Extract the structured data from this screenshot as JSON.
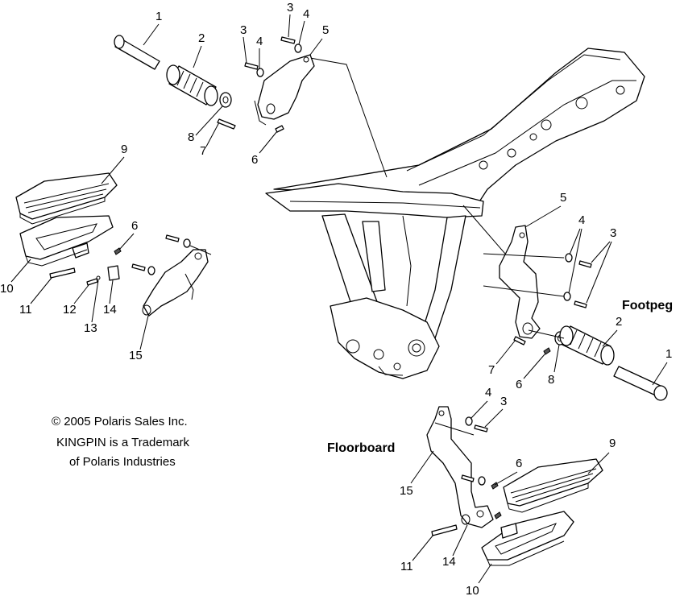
{
  "sections": {
    "footpeg_label": "Footpeg",
    "floorboard_label": "Floorboard"
  },
  "notice": {
    "line1": "© 2005 Polaris Sales Inc.",
    "line2": "KINGPIN is a Trademark",
    "line3": "of Polaris Industries"
  },
  "callouts": {
    "top_1": "1",
    "top_2": "2",
    "top_3a": "3",
    "top_3b": "3",
    "top_4a": "4",
    "top_4b": "4",
    "top_5": "5",
    "top_6": "6",
    "top_7": "7",
    "top_8": "8",
    "left_9": "9",
    "left_6": "6",
    "left_10": "10",
    "left_11": "11",
    "left_12": "12",
    "left_13": "13",
    "left_14": "14",
    "left_15": "15",
    "right_5": "5",
    "right_4": "4",
    "right_3": "3",
    "right_2": "2",
    "right_1": "1",
    "right_7": "7",
    "right_6": "6",
    "right_8": "8",
    "bot_4": "4",
    "bot_3": "3",
    "bot_9": "9",
    "bot_6": "6",
    "bot_15": "15",
    "bot_11": "11",
    "bot_14": "14",
    "bot_10": "10"
  }
}
